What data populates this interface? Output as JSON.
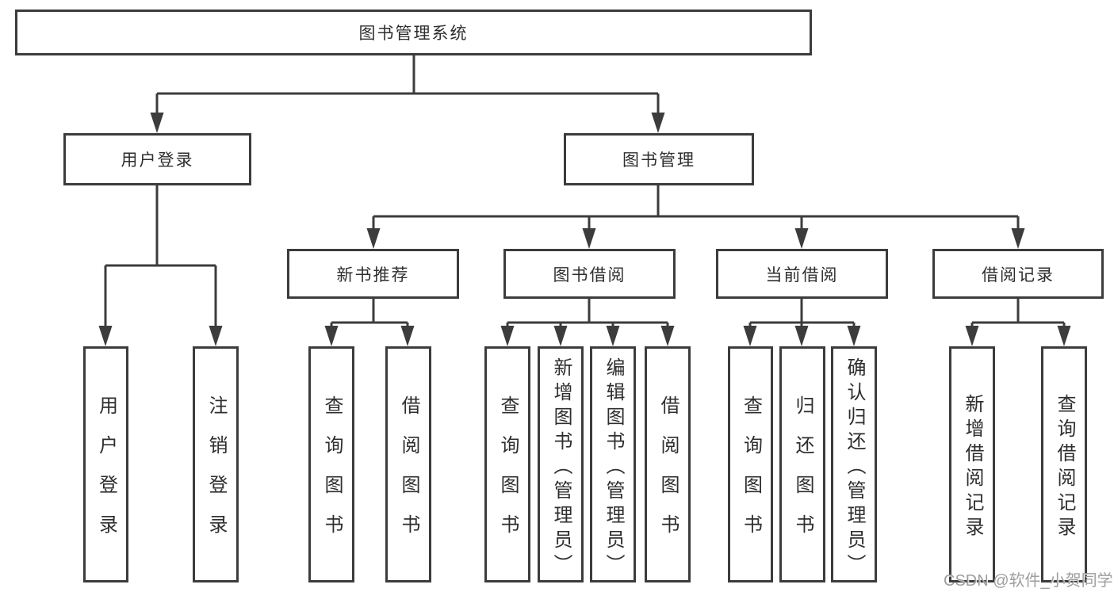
{
  "tree": {
    "root": "图书管理系统",
    "level2": [
      "用户登录",
      "图书管理"
    ],
    "level3": [
      "新书推荐",
      "图书借阅",
      "当前借阅",
      "借阅记录"
    ],
    "groups": {
      "g1": [
        "用户登录",
        "注销登录"
      ],
      "g2": [
        "查询图书",
        "借阅图书"
      ],
      "g3": [
        "查询图书",
        "新增图书（管理员）",
        "编辑图书（管理员）",
        "借阅图书"
      ],
      "g4": [
        "查询图书",
        "归还图书",
        "确认归还（管理员）"
      ],
      "g5": [
        "新增借阅记录",
        "查询借阅记录"
      ]
    }
  },
  "watermark": "CSDN @软件_小贺同学",
  "colors": {
    "line": "#3c3c3c",
    "text": "#2e2e2e",
    "watermark": "#9e9e9e",
    "background": "#ffffff"
  }
}
